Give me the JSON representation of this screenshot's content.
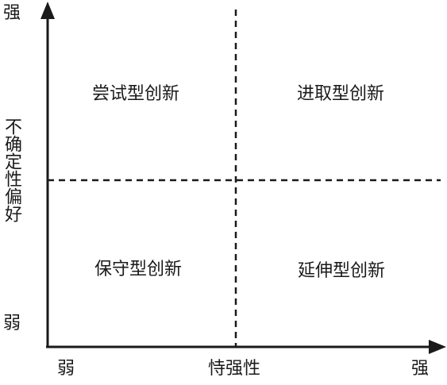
{
  "axes": {
    "y_high": "强",
    "y_low": "弱",
    "y_title": "不确定性偏好",
    "x_low": "弱",
    "x_title": "恃强性",
    "x_high": "强"
  },
  "quadrants": {
    "top_left": "尝试型创新",
    "top_right": "进取型创新",
    "bottom_left": "保守型创新",
    "bottom_right": "延伸型创新"
  },
  "colors": {
    "line": "#1a1a1a",
    "background": "#ffffff"
  }
}
